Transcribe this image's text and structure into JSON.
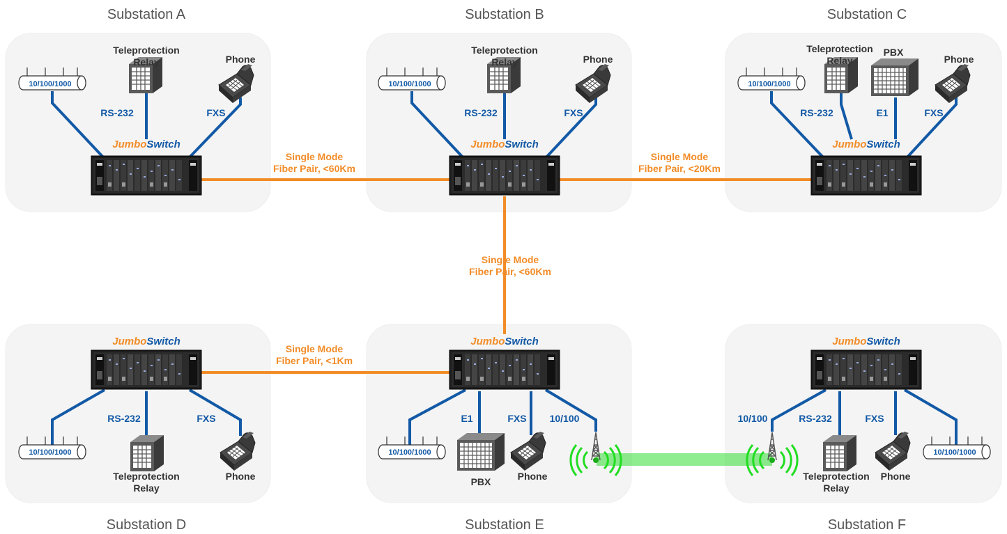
{
  "colors": {
    "copper": "#1259a6",
    "fiber": "#f28c28",
    "wireless": "#33dd33",
    "card": "#f4f4f4"
  },
  "brand": {
    "prefix": "Jumbo",
    "suffix": "Switch"
  },
  "substations": {
    "a": {
      "title": "Substation A",
      "ethernet": "10/100/1000",
      "relay": "Teleprotection\nRelay",
      "phone": "Phone",
      "rs232": "RS-232",
      "fxs": "FXS"
    },
    "b": {
      "title": "Substation B",
      "ethernet": "10/100/1000",
      "relay": "Teleprotection\nRelay",
      "phone": "Phone",
      "rs232": "RS-232",
      "fxs": "FXS"
    },
    "c": {
      "title": "Substation C",
      "ethernet": "10/100/1000",
      "relay": "Teleprotection\nRelay",
      "pbx": "PBX",
      "phone": "Phone",
      "rs232": "RS-232",
      "e1": "E1",
      "fxs": "FXS"
    },
    "d": {
      "title": "Substation D",
      "ethernet": "10/100/1000",
      "relay": "Teleprotection\nRelay",
      "phone": "Phone",
      "rs232": "RS-232",
      "fxs": "FXS"
    },
    "e": {
      "title": "Substation E",
      "ethernet": "10/100/1000",
      "pbx": "PBX",
      "phone": "Phone",
      "e1": "E1",
      "fxs": "FXS",
      "radio": "10/100"
    },
    "f": {
      "title": "Substation F",
      "ethernet": "10/100/1000",
      "relay": "Teleprotection\nRelay",
      "phone": "Phone",
      "rs232": "RS-232",
      "fxs": "FXS",
      "radio": "10/100"
    }
  },
  "links": {
    "ab": "Single Mode\nFiber Pair, <60Km",
    "bc": "Single Mode\nFiber Pair, <20Km",
    "be": "Single Mode\nFiber Pair, <60Km",
    "de": "Single Mode\nFiber Pair, <1Km"
  }
}
